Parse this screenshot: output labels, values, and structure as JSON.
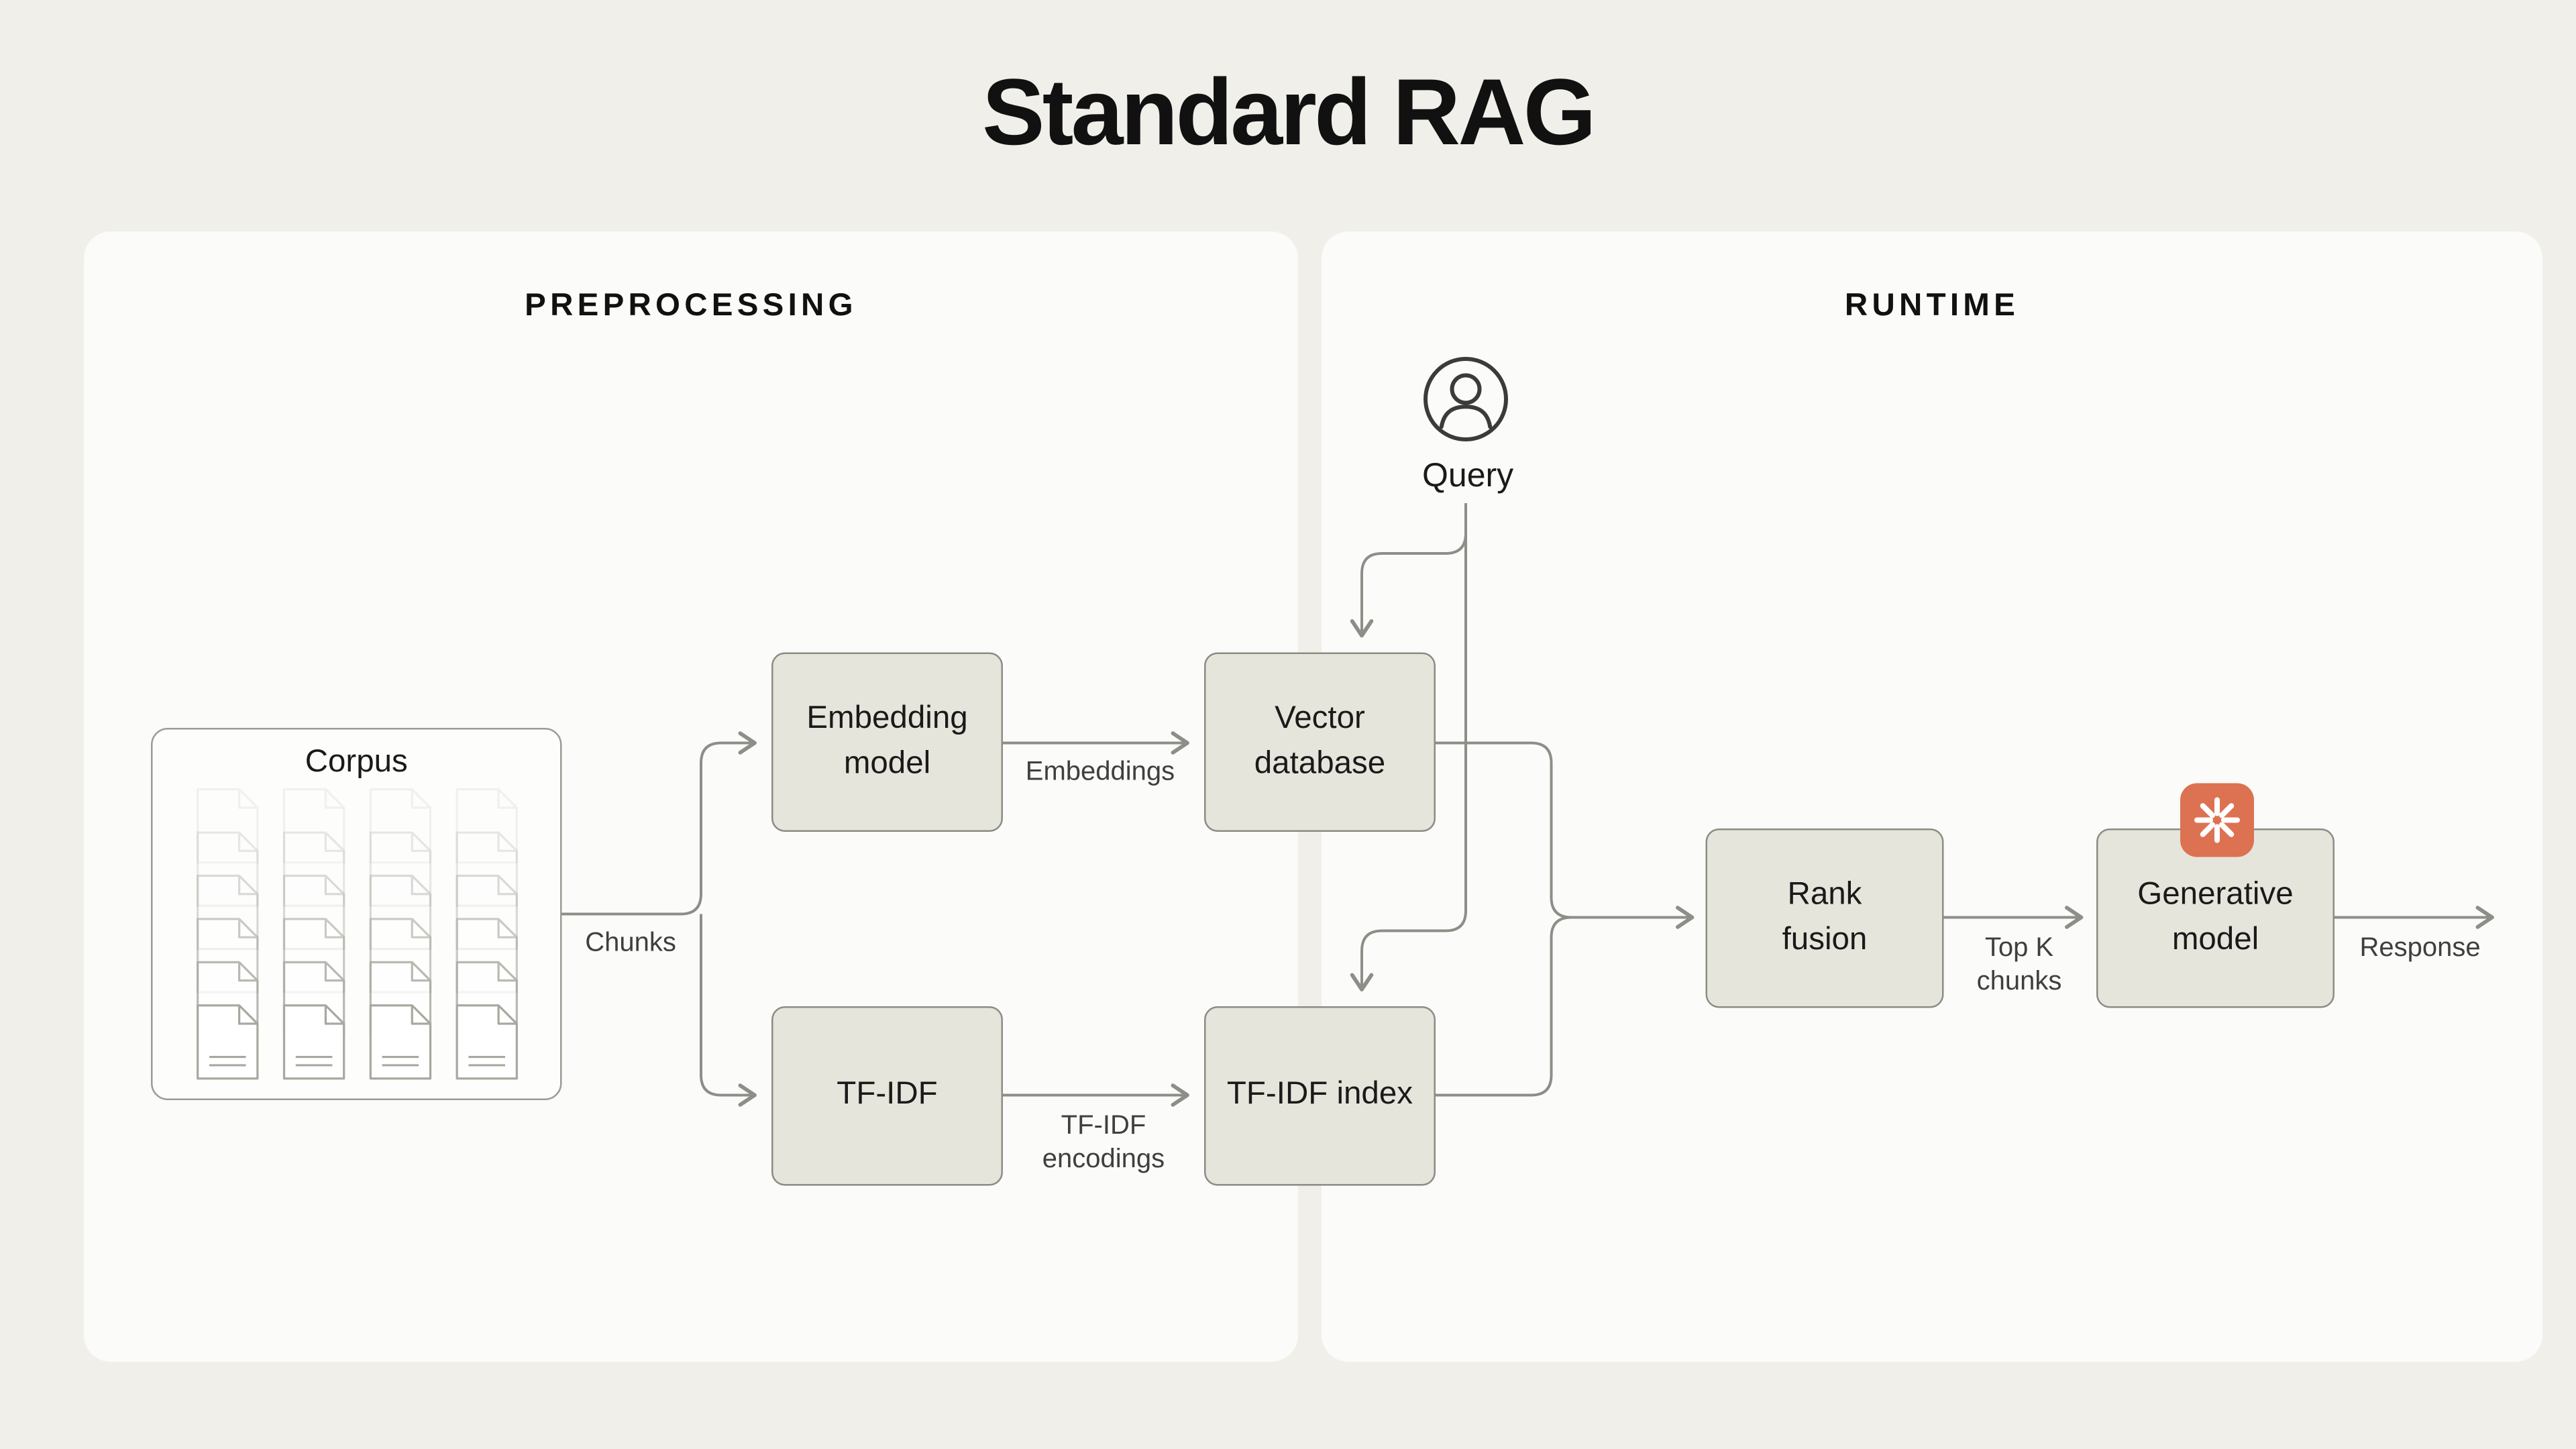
{
  "title": "Standard RAG",
  "panels": {
    "preprocessing": {
      "label": "PREPROCESSING"
    },
    "runtime": {
      "label": "RUNTIME"
    }
  },
  "nodes": {
    "corpus": {
      "label": "Corpus"
    },
    "embedding_model": {
      "label": "Embedding model"
    },
    "vector_database": {
      "label": "Vector database"
    },
    "tfidf": {
      "label": "TF-IDF"
    },
    "tfidf_index": {
      "label": "TF-IDF index"
    },
    "query": {
      "label": "Query"
    },
    "rank_fusion": {
      "label": "Rank fusion"
    },
    "generative_model": {
      "label": "Generative model"
    }
  },
  "edge_labels": {
    "chunks": "Chunks",
    "embeddings": "Embeddings",
    "tfidf_encodings": "TF-IDF encodings",
    "top_k_chunks": "Top K chunks",
    "response": "Response"
  },
  "icons": {
    "query": "user-icon",
    "generative_badge": "spark-icon",
    "corpus": "documents-icon"
  },
  "colors": {
    "background": "#F0EFE9",
    "panel": "#FBFBF9",
    "box_fill": "#E6E5DC",
    "box_border": "#8C8C85",
    "line": "#8E8E88",
    "text": "#1A1A1A",
    "badge": "#DC7251"
  }
}
